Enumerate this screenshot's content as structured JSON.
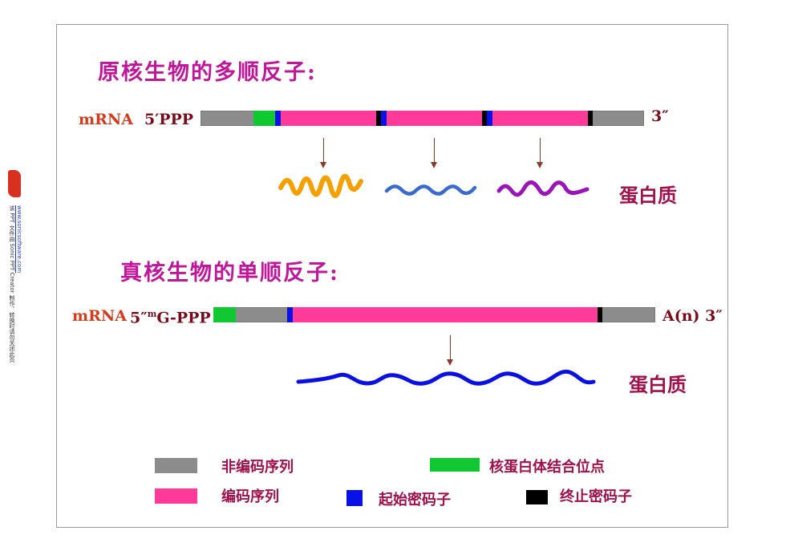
{
  "sidebar": {
    "note": "该 PPT 文件由 Sonic PPT Creator 制作，转换时请勿关闭此页",
    "link": "www.sonicsoftware.com"
  },
  "prokaryote": {
    "heading": "原核生物的多顺反子:",
    "mrna_label": "mRNA",
    "five_prime": "5′PPP",
    "three_prime": "3″",
    "protein_label": "蛋白质"
  },
  "eukaryote": {
    "heading": "真核生物的单顺反子:",
    "mrna_label": "mRNA",
    "five_prime_pre": "5″",
    "five_prime_sup": "m",
    "five_prime_post": "G-PPP",
    "three_prime": "A(n) 3″",
    "protein_label": "蛋白质"
  },
  "legend": {
    "noncoding": "非编码序列",
    "ribosome_site": "核蛋白体结合位点",
    "coding": "编码序列",
    "start_codon": "起始密码子",
    "stop_codon": "终止密码子"
  },
  "colors": {
    "noncoding": "#8c8c8c",
    "ribosome_site": "#10c830",
    "coding": "#ff3a98",
    "start_codon": "#0a10e8",
    "stop_codon": "#000000",
    "protein_1": "#f5a000",
    "protein_2": "#3a6ad0",
    "protein_3": "#9a14b8",
    "protein_euk": "#0a10e0"
  }
}
